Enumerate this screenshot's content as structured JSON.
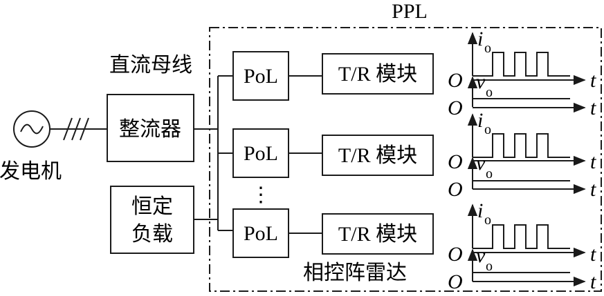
{
  "labels": {
    "generator": "发电机",
    "rectifier": "整流器",
    "dc_bus": "直流母线",
    "constant_load_line1": "恒定",
    "constant_load_line2": "负载",
    "ppl": "PPL",
    "phased_array_radar": "相控阵雷达",
    "vertical_ellipsis": "⋮"
  },
  "channels": [
    {
      "pol": "PoL",
      "tr_module": "T/R 模块"
    },
    {
      "pol": "PoL",
      "tr_module": "T/R 模块"
    },
    {
      "pol": "PoL",
      "tr_module": "T/R 模块"
    }
  ],
  "waveform": {
    "current_symbol": "i",
    "current_subscript": "o",
    "voltage_symbol": "v",
    "voltage_subscript": "o",
    "origin_label": "O",
    "time_label": "t",
    "pulse_count": 3
  },
  "colors": {
    "stroke": "#1a1a1a",
    "background": "#ffffff"
  }
}
